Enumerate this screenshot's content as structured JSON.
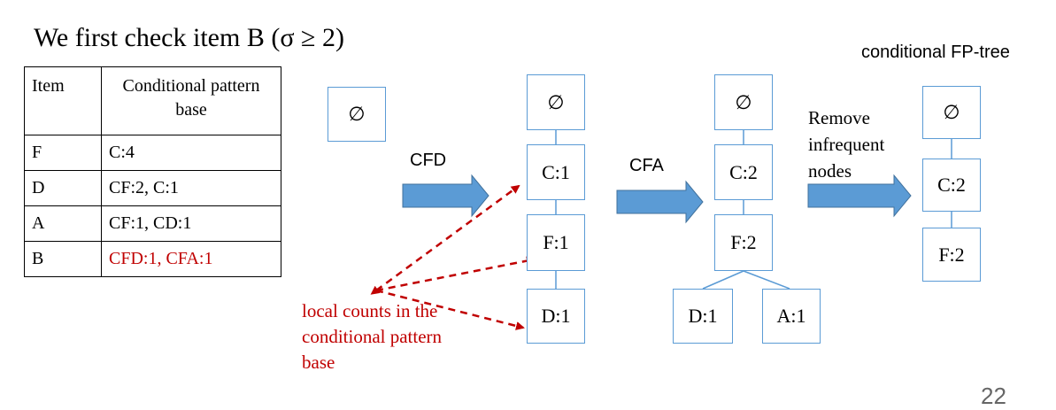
{
  "title": "We first check item B (σ ≥ 2)",
  "fp_tree_title": "conditional FP-tree",
  "table": {
    "headers": [
      "Item",
      "Conditional pattern base"
    ],
    "rows": [
      {
        "item": "F",
        "base": "C:4"
      },
      {
        "item": "D",
        "base": "CF:2, C:1"
      },
      {
        "item": "A",
        "base": "CF:1, CD:1"
      },
      {
        "item": "B",
        "base": "CFD:1, CFA:1",
        "highlight_color": "#c00000"
      }
    ]
  },
  "trees": {
    "empty": {
      "root": "∅"
    },
    "cfd": {
      "root": "∅",
      "nodes": [
        "C:1",
        "F:1",
        "D:1"
      ]
    },
    "cfa_merged": {
      "root": "∅",
      "nodes": [
        "C:2",
        "F:2",
        "D:1",
        "A:1"
      ]
    },
    "conditional": {
      "root": "∅",
      "nodes": [
        "C:2",
        "F:2"
      ]
    }
  },
  "arrow_labels": {
    "cfd": "CFD",
    "cfa": "CFA",
    "remove": "Remove infrequent nodes"
  },
  "annotation": "local counts in the conditional pattern base",
  "page_number": "22",
  "colors": {
    "node_border": "#5b9bd5",
    "arrow_fill": "#5b9bd5",
    "highlight_red": "#c00000"
  }
}
